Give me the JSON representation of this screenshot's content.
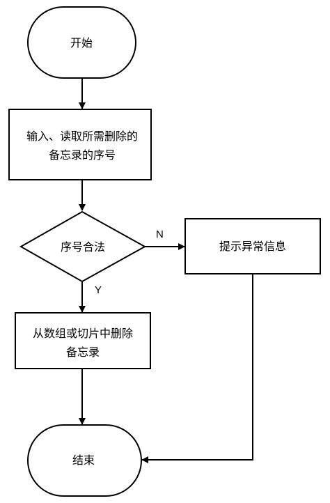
{
  "nodes": {
    "start": {
      "label": "开始"
    },
    "input": {
      "line1": "输入、读取所需删除的",
      "line2": "备忘录的序号"
    },
    "decision": {
      "label": "序号合法"
    },
    "error": {
      "label": "提示异常信息"
    },
    "delete": {
      "line1": "从数组或切片中删除",
      "line2": "备忘录"
    },
    "end": {
      "label": "结束"
    }
  },
  "edges": {
    "no_label": "N",
    "yes_label": "Y"
  }
}
